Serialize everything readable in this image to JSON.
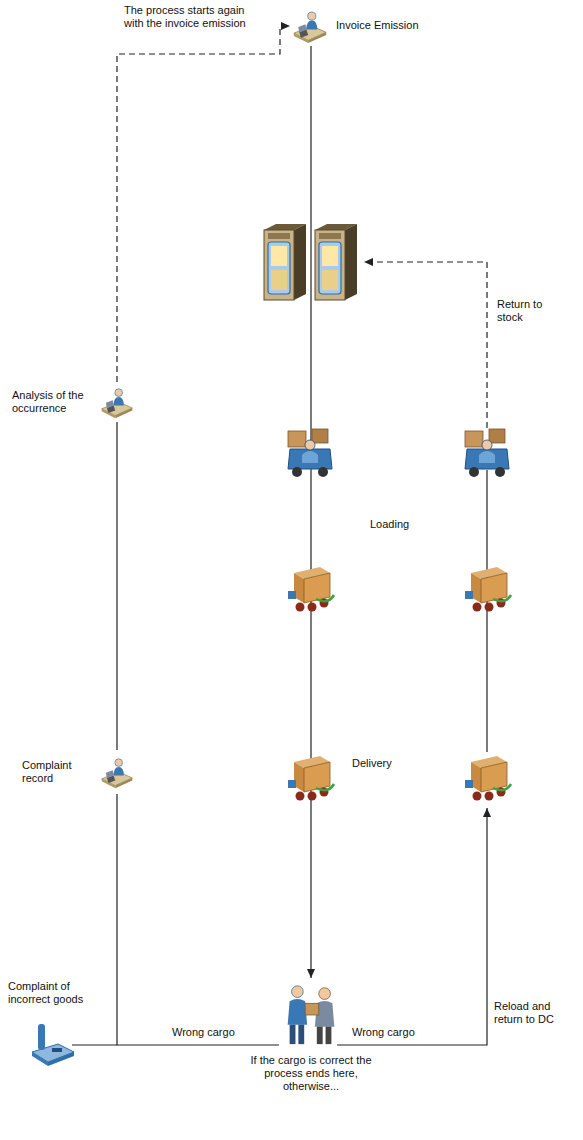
{
  "diagram": {
    "nodes": [
      {
        "text": [
          "Invoice Emission"
        ]
      },
      {
        "text": [
          "Analysis of the occurrence"
        ]
      },
      {
        "text": [
          "Complaint record"
        ]
      },
      {
        "text": [
          "If the cargo is correct the process ends here, otherwise..."
        ]
      }
    ],
    "edges": [
      {
        "from": 0,
        "to": 3,
        "arrow": "to"
      },
      {
        "from": 3,
        "to": 2,
        "label": "Wrong cargo",
        "arrow": "none"
      },
      {
        "from": 2,
        "to": 1,
        "arrow": "none"
      },
      {
        "from": 1,
        "to": 0,
        "label": "The process starts again with the invoice emission",
        "arrow": "to"
      }
    ],
    "labels": [
      "Loading",
      "Delivery",
      "Complaint of incorrect goods",
      "Wrong cargo",
      "Reload and return to DC",
      "Return to stock"
    ]
  }
}
